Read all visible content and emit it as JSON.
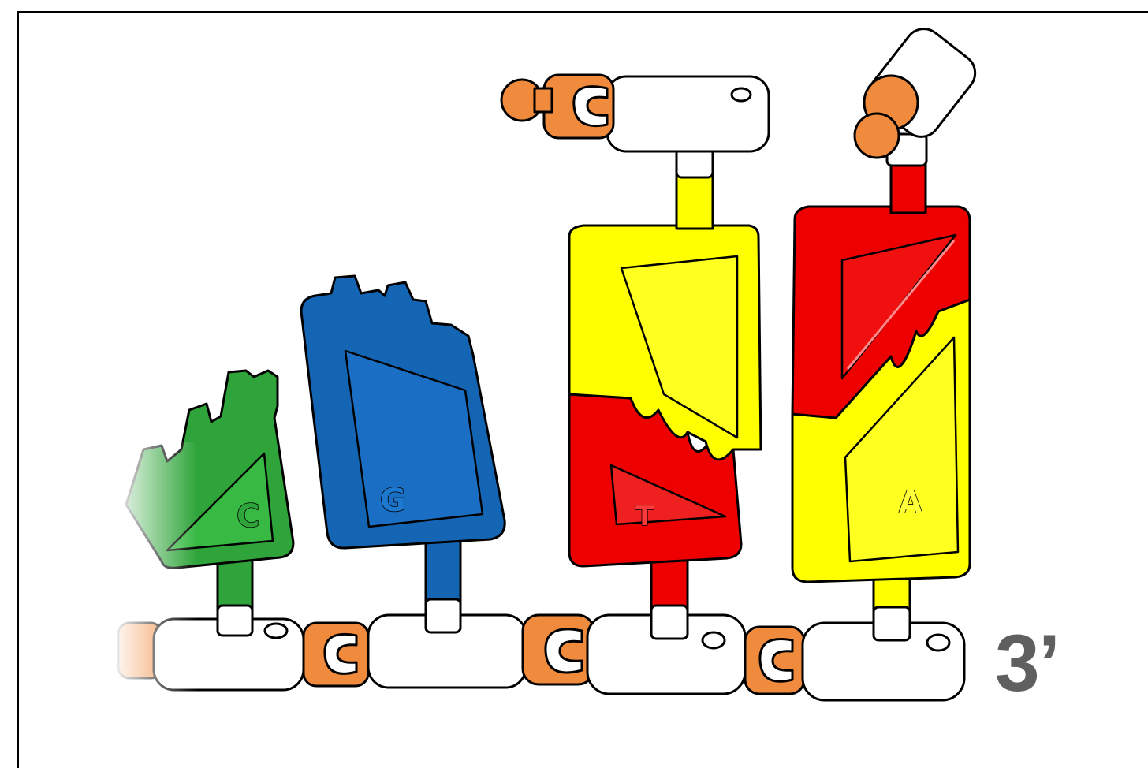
{
  "strand_end_label": "3’",
  "nucleotides": [
    {
      "base_letter": "C",
      "color": "#2fa43a",
      "color_dark": "#1d7a28"
    },
    {
      "base_letter": "G",
      "color": "#1565b5",
      "color_dark": "#0d4a88"
    },
    {
      "base_letter": "T",
      "color": "#ffff00",
      "color_dark": "#e0c800"
    },
    {
      "base_letter": "A",
      "color": "#ee0000",
      "color_dark": "#b00000"
    }
  ],
  "colors": {
    "connector_orange": "#f08a3c",
    "backbone_white": "#ffffff",
    "partner_yellow": "#ffff00",
    "partner_red": "#ee0000",
    "label_gray": "#5f5f5f"
  }
}
